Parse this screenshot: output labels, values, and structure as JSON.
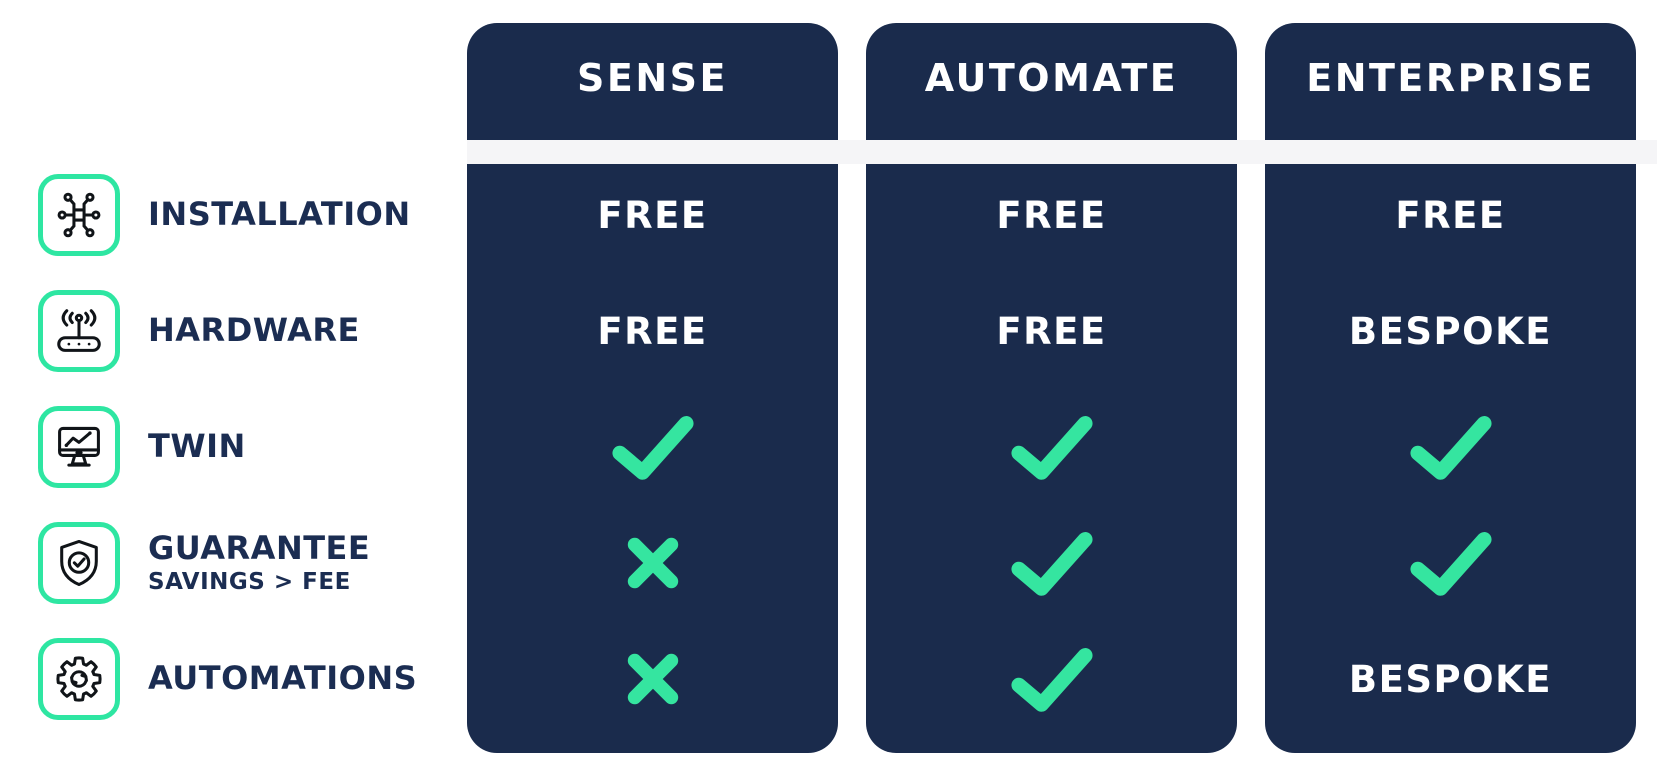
{
  "colors": {
    "column_navy": "#1A2B4C",
    "label_navy": "#1B2D52",
    "accent_green": "#35E5A0",
    "icon_border_green": "#2EE6A2",
    "stripe_gray": "#F5F5F7",
    "value_white": "#FFFFFF"
  },
  "columns": [
    {
      "name": "SENSE"
    },
    {
      "name": "AUTOMATE"
    },
    {
      "name": "ENTERPRISE"
    }
  ],
  "rows": [
    {
      "label": "INSTALLATION",
      "icon": "network-nodes-icon",
      "values": [
        "FREE",
        "FREE",
        "FREE"
      ]
    },
    {
      "label": "HARDWARE",
      "icon": "router-antenna-icon",
      "values": [
        "FREE",
        "FREE",
        "BESPOKE"
      ]
    },
    {
      "label": "TWIN",
      "icon": "monitor-chart-icon",
      "values": [
        "check",
        "check",
        "check"
      ]
    },
    {
      "label": "GUARANTEE",
      "sublabel": "SAVINGS > FEE",
      "icon": "shield-check-icon",
      "values": [
        "cross",
        "check",
        "check"
      ]
    },
    {
      "label": "AUTOMATIONS",
      "icon": "gear-sync-icon",
      "values": [
        "cross",
        "check",
        "BESPOKE"
      ]
    }
  ],
  "chart_data": {
    "type": "table",
    "title": "",
    "columns": [
      "",
      "SENSE",
      "AUTOMATE",
      "ENTERPRISE"
    ],
    "rows": [
      [
        "INSTALLATION",
        "FREE",
        "FREE",
        "FREE"
      ],
      [
        "HARDWARE",
        "FREE",
        "FREE",
        "BESPOKE"
      ],
      [
        "TWIN",
        "yes",
        "yes",
        "yes"
      ],
      [
        "GUARANTEE SAVINGS > FEE",
        "no",
        "yes",
        "yes"
      ],
      [
        "AUTOMATIONS",
        "no",
        "yes",
        "BESPOKE"
      ]
    ],
    "legend": {
      "check_mark": "included",
      "cross_mark": "not included"
    }
  }
}
